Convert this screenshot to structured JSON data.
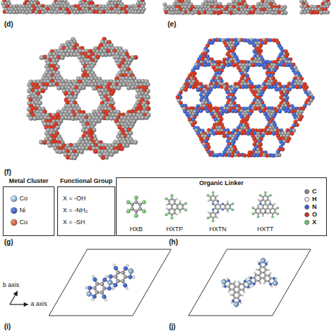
{
  "diagram": {
    "nodes": [
      {
        "text": [
          "Metal Cluster",
          "Co",
          "Ni",
          "Cu"
        ]
      },
      {
        "text": [
          "Functional Group",
          "X = -OH",
          "X = -NH₂",
          "X = -SH"
        ]
      },
      {
        "text": [
          "Organic Linker",
          "HXB",
          "HXTP",
          "HXTN",
          "HXTT"
        ]
      }
    ],
    "labels": [
      "(d)",
      "(e)",
      "(f)",
      "(g)",
      "(h)",
      "(i)",
      "(j)",
      "b axis",
      "a axis"
    ],
    "legend": [
      {
        "text": "C",
        "color": "#8c8c8c"
      },
      {
        "text": "H",
        "color": "#ffffff"
      },
      {
        "text": "N",
        "color": "#3b5bd6"
      },
      {
        "text": "O",
        "color": "#e0301e"
      },
      {
        "text": "X",
        "color": "#66d166"
      }
    ]
  }
}
